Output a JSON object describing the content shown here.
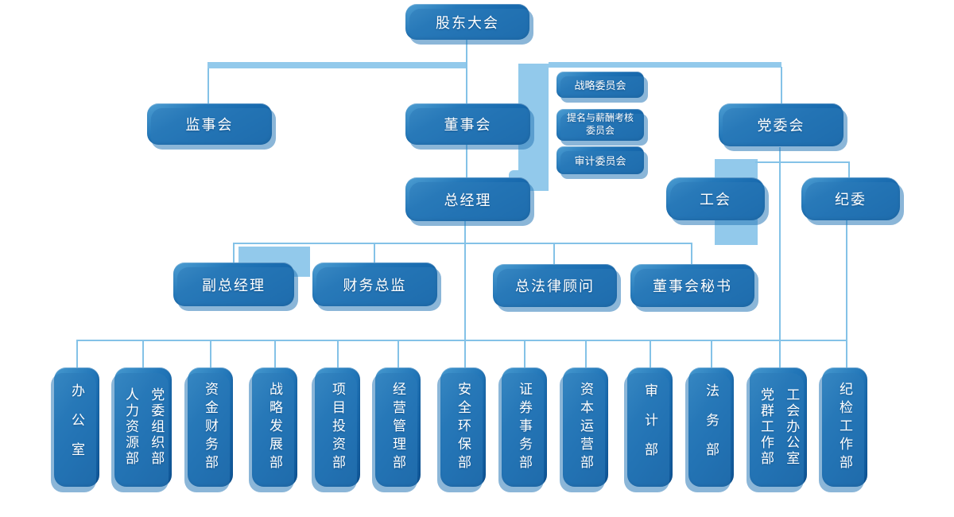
{
  "colors": {
    "node_blue": "#1a6cb0",
    "node_blue_light": "#4f9fd3",
    "node_blue_dark": "#10589a",
    "connector_line": "#84c2e7",
    "connector_thick_bar": "#92c9eb",
    "text": "#ffffff"
  },
  "org": {
    "level1": {
      "shareholders": "股东大会"
    },
    "level2": {
      "supervisory_board": "监事会",
      "board_of_directors": "董事会",
      "party_committee": "党委会"
    },
    "board_committees": {
      "strategy": "战略委员会",
      "nomination_line1": "提名与薪酬考核",
      "nomination_line2": "委员会",
      "audit": "审计委员会"
    },
    "level3": {
      "general_manager": "总经理",
      "labor_union": "工会",
      "discipline_committee": "纪委"
    },
    "level4": {
      "deputy_general_manager": "副总经理",
      "finance_director": "财务总监",
      "general_counsel": "总法律顾问",
      "board_secretary": "董事会秘书"
    },
    "departments": [
      {
        "lines": [
          "办公室"
        ]
      },
      {
        "lines": [
          "党委组织部",
          "人力资源部"
        ]
      },
      {
        "lines": [
          "资金财务部"
        ]
      },
      {
        "lines": [
          "战略发展部"
        ]
      },
      {
        "lines": [
          "项目投资部"
        ]
      },
      {
        "lines": [
          "经营管理部"
        ]
      },
      {
        "lines": [
          "安全环保部"
        ]
      },
      {
        "lines": [
          "证券事务部"
        ]
      },
      {
        "lines": [
          "资本运营部"
        ]
      },
      {
        "lines": [
          "审计部"
        ]
      },
      {
        "lines": [
          "法务部"
        ]
      },
      {
        "lines": [
          "工会办公室",
          "党群工作部"
        ]
      },
      {
        "lines": [
          "纪检工作部"
        ]
      }
    ]
  }
}
